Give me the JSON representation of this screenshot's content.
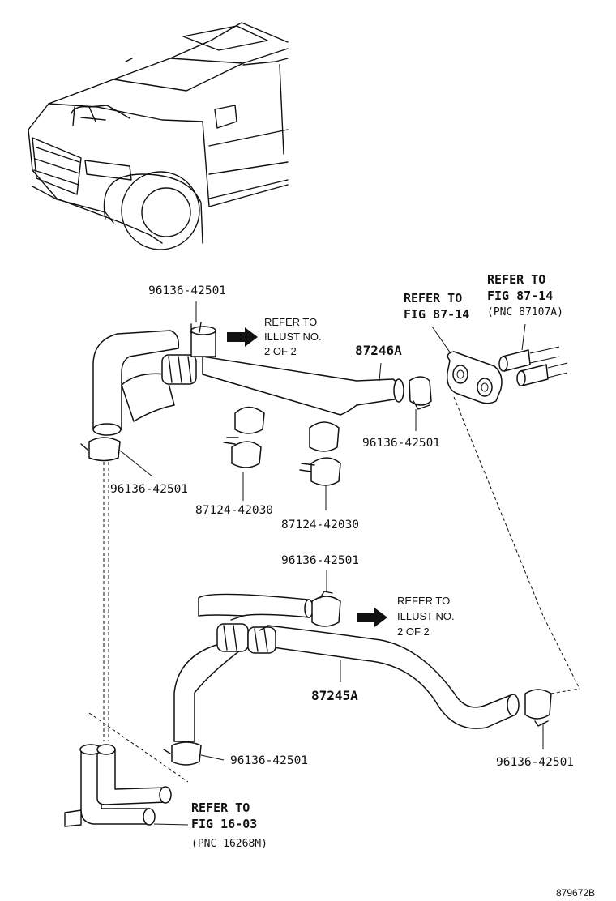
{
  "callouts": {
    "clamp_top": "96136-42501",
    "clamp_right": "96136-42501",
    "clamp_left": "96136-42501",
    "clip_a": "87124-42030",
    "clip_b": "87124-42030",
    "clamp_mid": "96136-42501",
    "clamp_bottom_left": "96136-42501",
    "clamp_bottom_right": "96136-42501"
  },
  "parts": {
    "upper_hose": "87246A",
    "lower_hose": "87245A"
  },
  "refs": {
    "illust_1": [
      "REFER TO",
      "ILLUST NO.",
      "2 OF 2"
    ],
    "illust_2": [
      "REFER TO",
      "ILLUST NO.",
      "2 OF 2"
    ],
    "fig_87_14_left": [
      "REFER TO",
      "FIG 87-14"
    ],
    "fig_87_14_right": [
      "REFER TO",
      "FIG 87-14",
      "(PNC 87107A)"
    ],
    "fig_16_03": [
      "REFER TO",
      "FIG 16-03",
      "(PNC 16268M)"
    ]
  },
  "figure_id": "879672B",
  "icons": [
    "vehicle-icon",
    "arrow-right-icon",
    "hose-icon",
    "clamp-icon",
    "clip-icon",
    "pipe-icon",
    "valve-icon"
  ]
}
